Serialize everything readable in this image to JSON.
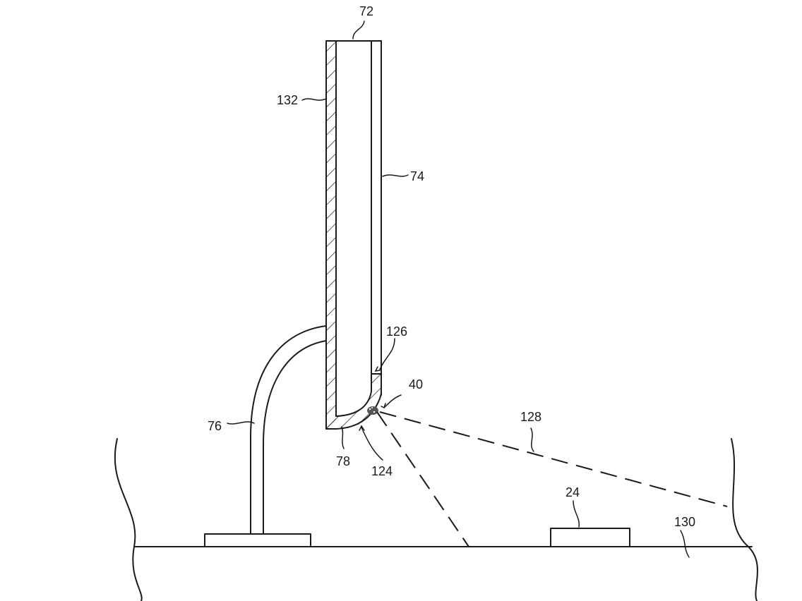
{
  "labels": {
    "ref_72": "72",
    "ref_132": "132",
    "ref_74": "74",
    "ref_126": "126",
    "ref_40": "40",
    "ref_128": "128",
    "ref_76": "76",
    "ref_78": "78",
    "ref_124": "124",
    "ref_24": "24",
    "ref_130": "130"
  }
}
